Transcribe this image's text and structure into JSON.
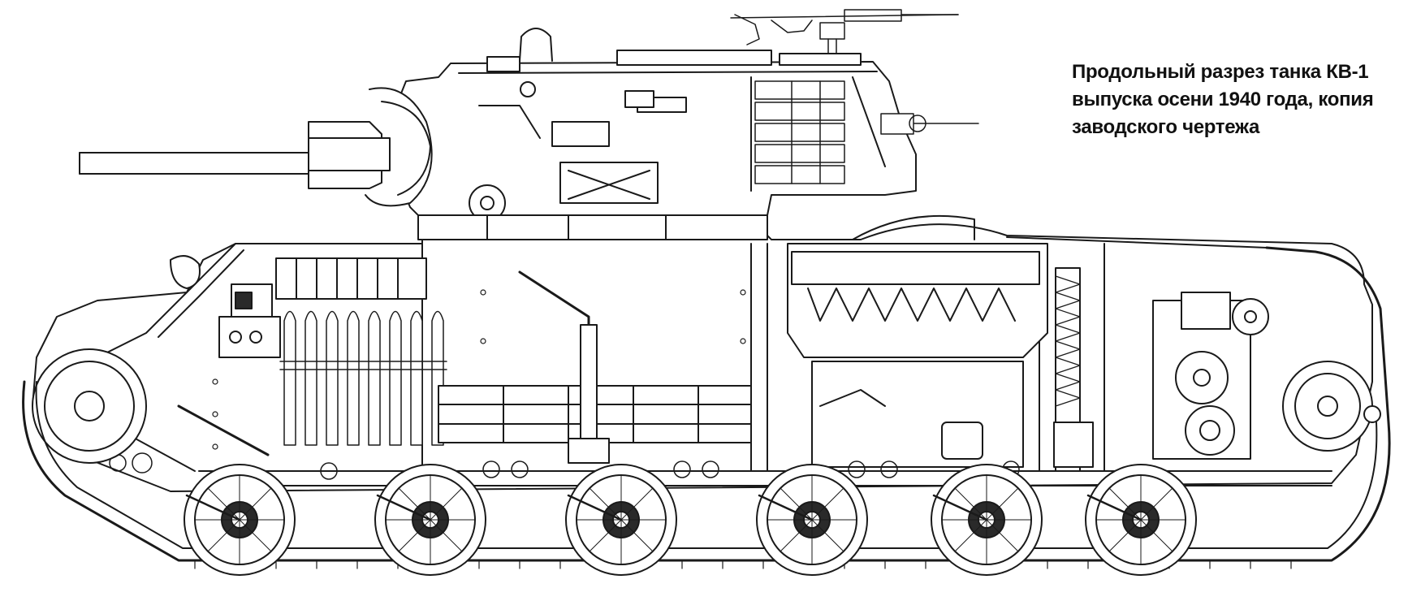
{
  "caption": {
    "line1": "Продольный разрез танка КВ-1",
    "line2": "выпуска осени 1940 года, копия",
    "line3": "заводского чертежа"
  },
  "colors": {
    "ink": "#1a1a1a",
    "paper": "#ffffff",
    "dark_fill": "#2a2a2a"
  },
  "drawing": {
    "road_wheel_count": 6,
    "ammo_round_count": 8
  }
}
